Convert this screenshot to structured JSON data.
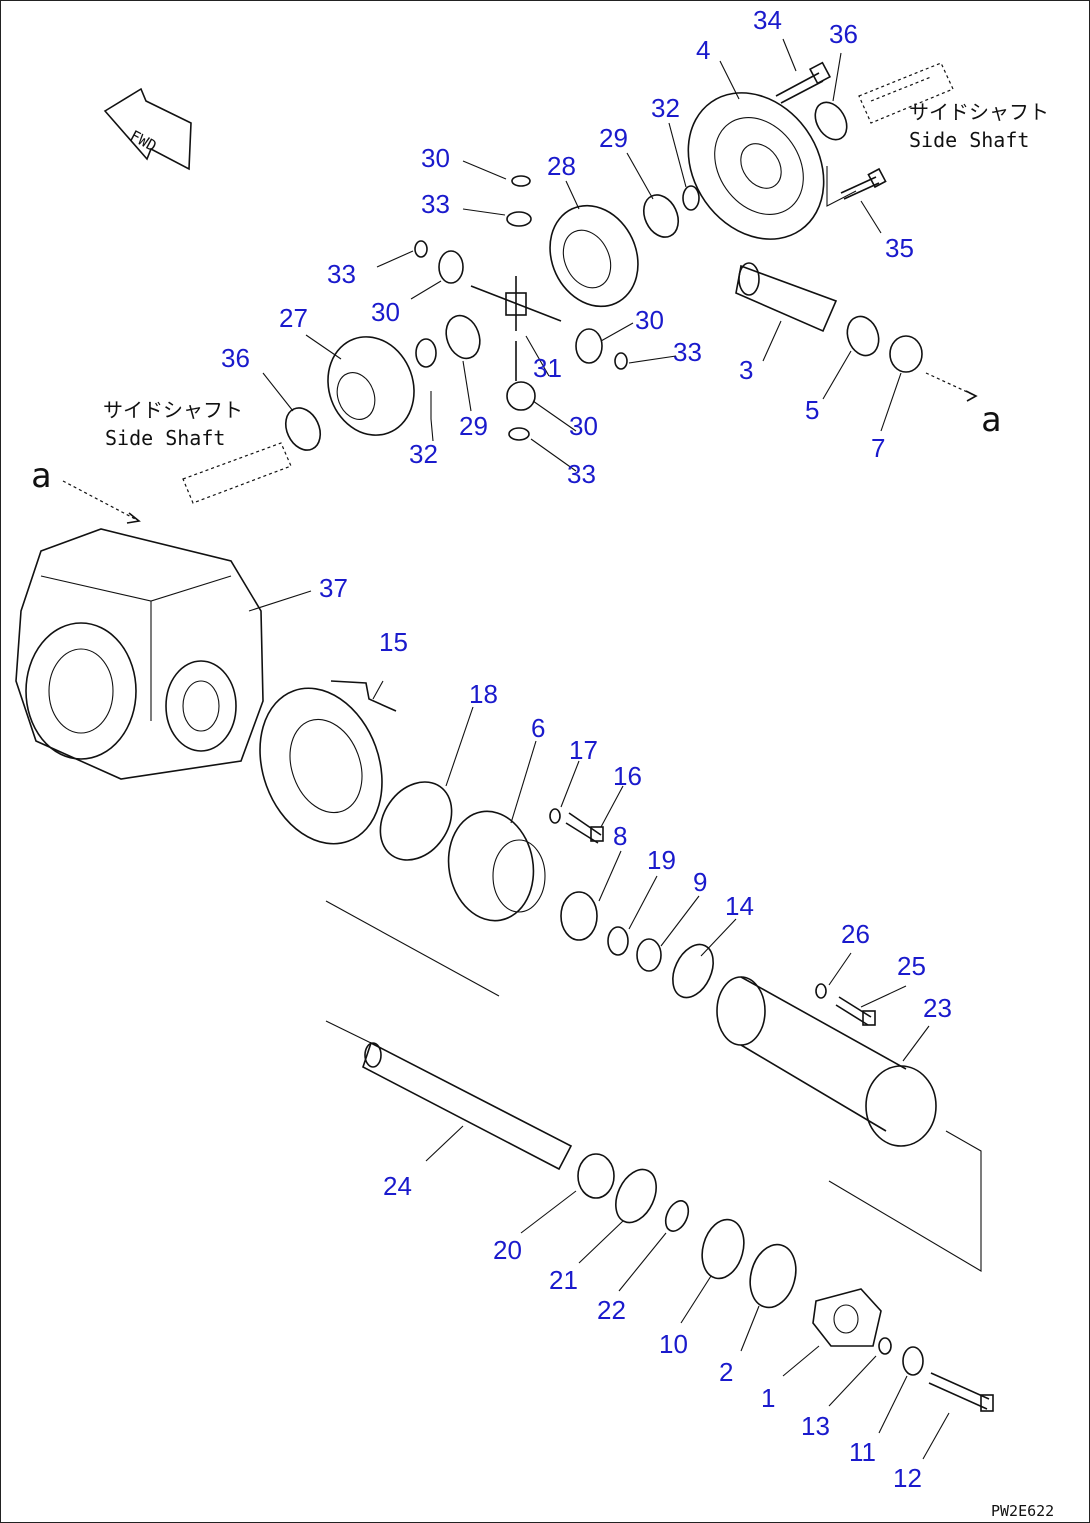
{
  "drawing": {
    "code": "PW2E622",
    "side_shaft_jp": "サイドシャフト",
    "side_shaft_en": "Side Shaft",
    "ref_letter": "a"
  },
  "callouts": {
    "c1": "1",
    "c2": "2",
    "c3": "3",
    "c4": "4",
    "c5": "5",
    "c6": "6",
    "c7": "7",
    "c8": "8",
    "c9": "9",
    "c10": "10",
    "c11": "11",
    "c12": "12",
    "c13": "13",
    "c14": "14",
    "c15": "15",
    "c16": "16",
    "c17": "17",
    "c18": "18",
    "c19": "19",
    "c20": "20",
    "c21": "21",
    "c22": "22",
    "c23": "23",
    "c24": "24",
    "c25": "25",
    "c26": "26",
    "c27": "27",
    "c28": "28",
    "c29": "29",
    "c30": "30",
    "c31": "31",
    "c32": "32",
    "c33": "33",
    "c34": "34",
    "c35": "35",
    "c36": "36",
    "c37": "37"
  }
}
